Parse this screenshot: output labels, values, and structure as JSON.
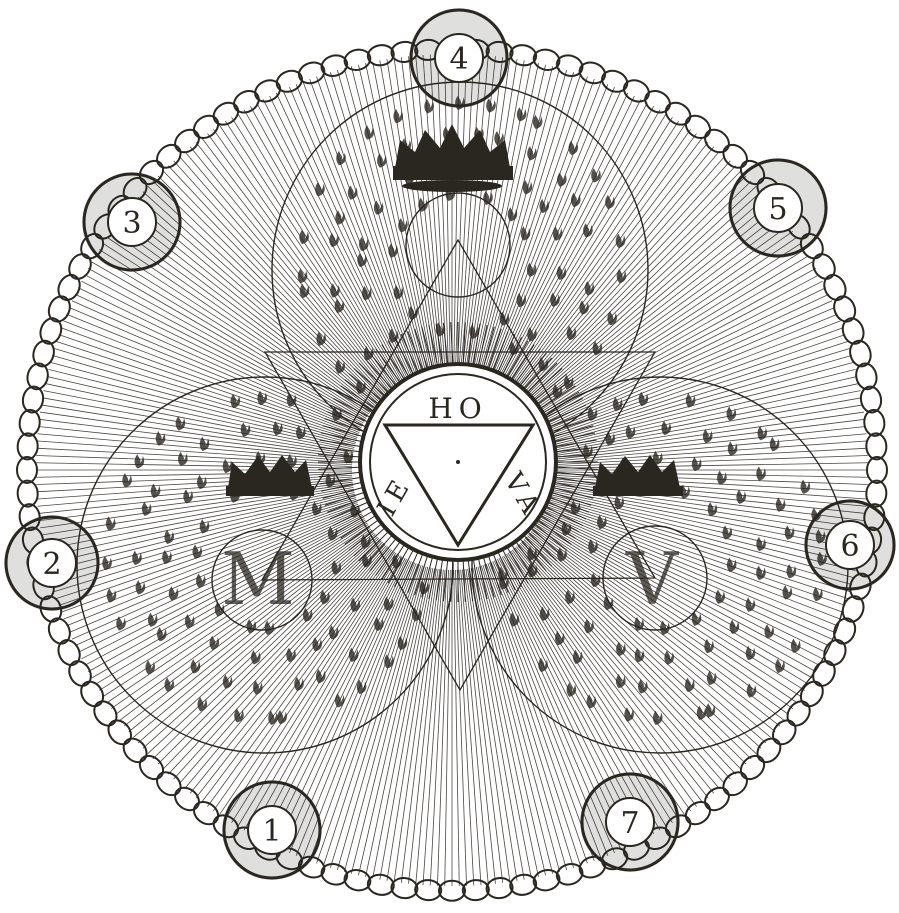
{
  "engraving": {
    "title": "",
    "medallions": [
      {
        "id": "m1",
        "label": "1"
      },
      {
        "id": "m2",
        "label": "2"
      },
      {
        "id": "m3",
        "label": "3"
      },
      {
        "id": "m4",
        "label": "4"
      },
      {
        "id": "m5",
        "label": "5"
      },
      {
        "id": "m6",
        "label": "6"
      },
      {
        "id": "m7",
        "label": "7"
      }
    ],
    "center": {
      "top_letters": "HO",
      "left_letters": "IE",
      "right_letters": "VA"
    },
    "lobe_letters": {
      "left": "M",
      "right": "V"
    },
    "colors": {
      "ink": "#2a2620",
      "paper": "#ffffff",
      "fill_paper": "#f3f1ec"
    }
  }
}
